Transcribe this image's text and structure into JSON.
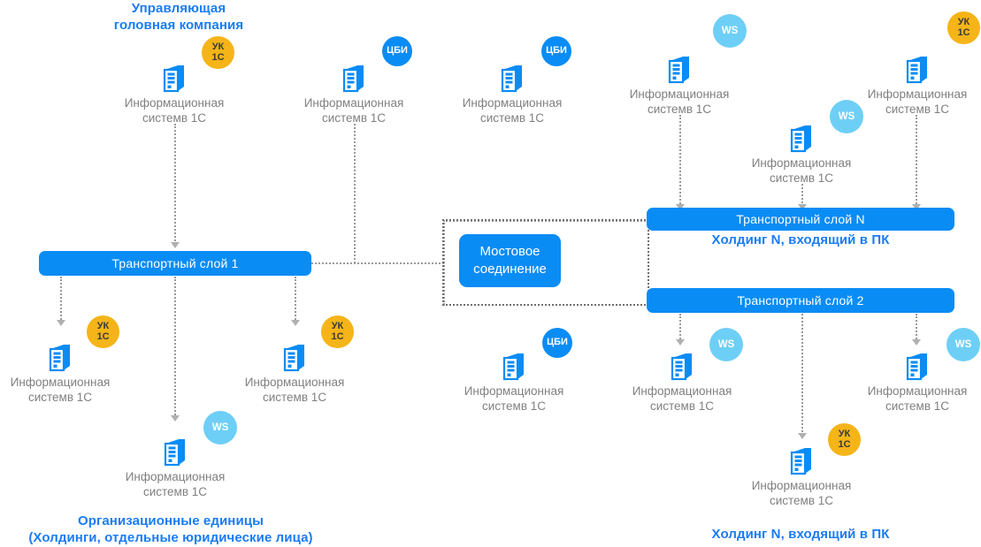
{
  "diagram": {
    "title_top_left": "Управляющая\nголовная компания",
    "title_bottom_left": "Организационные единицы\n(Холдинги, отдельные юридические лица)",
    "title_right_top": "Холдинг N, входящий в ПК",
    "title_right_bottom": "Холдинг N, входящий в ПК",
    "bridge_label": "Мостовое\nсоединение",
    "colors": {
      "accent_blue": "#0a8cf5",
      "title_blue": "#1a7cf5",
      "badge_uk": "#F5B418",
      "badge_cbi": "#0a8cf5",
      "badge_ws": "#6ECFF6",
      "caption_gray": "#808080",
      "line_gray": "#9a9a9a"
    },
    "bars": [
      {
        "id": "layer1",
        "label": "Транспортный слой 1"
      },
      {
        "id": "layerN",
        "label": "Транспортный слой N"
      },
      {
        "id": "layer2",
        "label": "Транспортный слой 2"
      }
    ],
    "node_caption": "Информационная\nсистемв 1С",
    "badges": {
      "uk": "УК\n1С",
      "uk_line1": "УК",
      "uk_line2": "1С",
      "cbi": "ЦБИ",
      "ws": "WS"
    },
    "nodes": [
      {
        "id": "n1",
        "caption": "Информационная\nсистемв 1С",
        "badge": "uk"
      },
      {
        "id": "n2",
        "caption": "Информационная\nсистемв 1С",
        "badge": "cbi"
      },
      {
        "id": "n3",
        "caption": "Информационная\nсистемв 1С",
        "badge": "cbi"
      },
      {
        "id": "n4",
        "caption": "Информационная\nсистемв 1С",
        "badge": "ws"
      },
      {
        "id": "n5",
        "caption": "Информационная\nсистемв 1С",
        "badge": "uk"
      },
      {
        "id": "n6",
        "caption": "Информационная\nсистемв 1С",
        "badge": "ws"
      },
      {
        "id": "n7",
        "caption": "Информационная\nсистемв 1С",
        "badge": "uk"
      },
      {
        "id": "n8",
        "caption": "Информационная\nсистемв 1С",
        "badge": "uk"
      },
      {
        "id": "n9",
        "caption": "Информационная\nсистемв 1С",
        "badge": "ws"
      },
      {
        "id": "n10",
        "caption": "Информационная\nсистемв 1С",
        "badge": "cbi"
      },
      {
        "id": "n11",
        "caption": "Информационная\nсистемв 1С",
        "badge": "ws"
      },
      {
        "id": "n12",
        "caption": "Информационная\nсистемв 1С",
        "badge": "ws"
      },
      {
        "id": "n13",
        "caption": "Информационная\nсистемв 1С",
        "badge": "uk"
      }
    ]
  }
}
